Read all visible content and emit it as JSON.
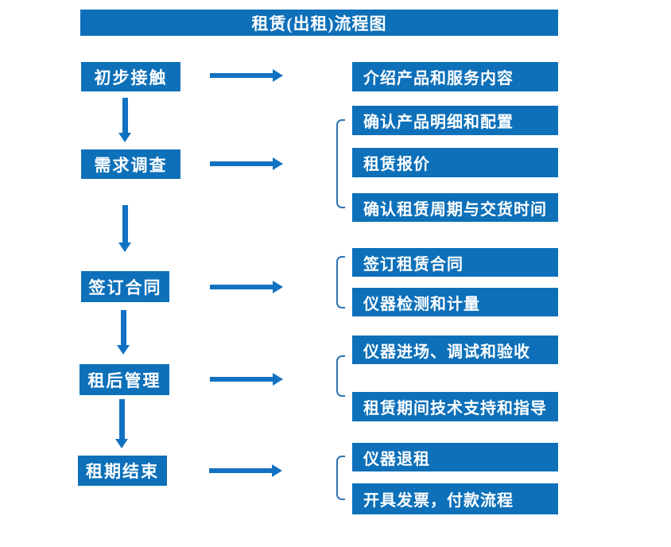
{
  "title": "租赁(出租)流程图",
  "colors": {
    "box_blue": "#0d70b9",
    "arrow_blue": "#1272c2",
    "bracket_blue": "#2e75b6",
    "text_white": "#ffffff",
    "background": "#ffffff"
  },
  "steps": [
    {
      "label": "初步接触",
      "details": [
        "介绍产品和服务内容"
      ]
    },
    {
      "label": "需求调查",
      "details": [
        "确认产品明细和配置",
        "租赁报价",
        "确认租赁周期与交货时间"
      ]
    },
    {
      "label": "签订合同",
      "details": [
        "签订租赁合同",
        "仪器检测和计量"
      ]
    },
    {
      "label": "租后管理",
      "details": [
        "仪器进场、调试和验收",
        "租赁期间技术支持和指导"
      ]
    },
    {
      "label": "租期结束",
      "details": [
        "仪器退租",
        "开具发票，付款流程"
      ]
    }
  ]
}
